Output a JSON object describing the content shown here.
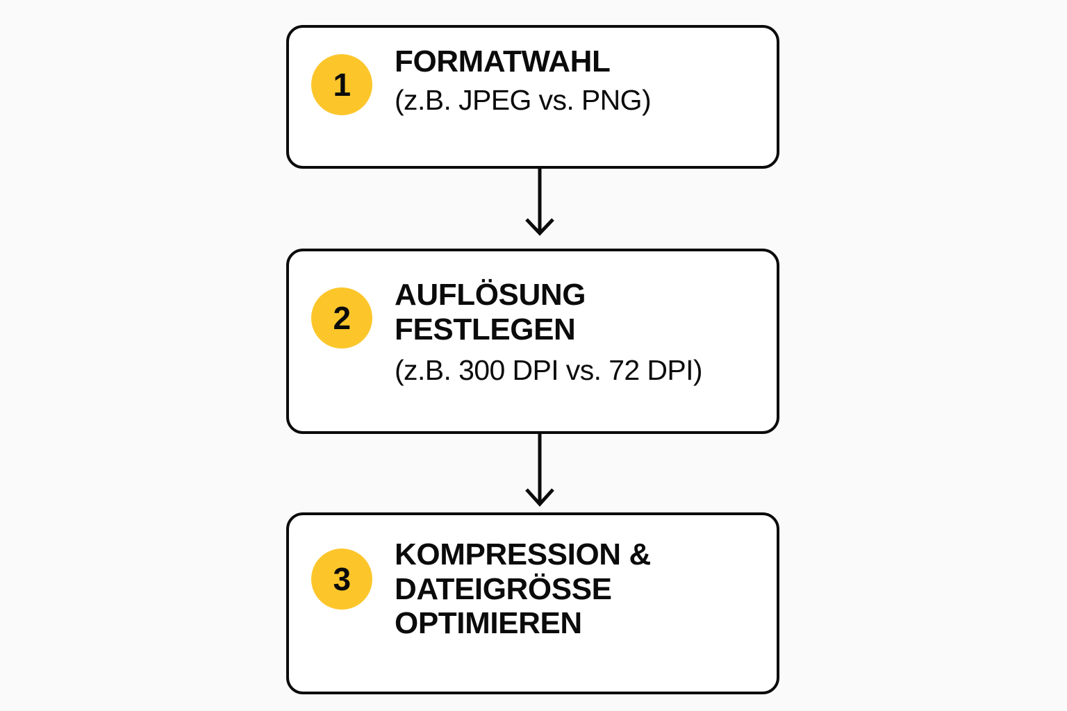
{
  "diagram": {
    "type": "vertical-flowchart",
    "background_color": "#fafafa",
    "accent_color": "#fcc62b",
    "outline_color": "#0b0b0b",
    "steps": [
      {
        "number": "1",
        "title": "FORMATWAHL",
        "subtitle": "(z.B. JPEG vs. PNG)"
      },
      {
        "number": "2",
        "title": "AUFLÖSUNG\nFESTLEGEN",
        "subtitle": "(z.B. 300 DPI vs. 72 DPI)"
      },
      {
        "number": "3",
        "title": "KOMPRESSION &\nDATEIGRÖSSE\nOPTIMIEREN",
        "subtitle": ""
      }
    ],
    "connectors": [
      {
        "from": "1",
        "to": "2",
        "direction": "down"
      },
      {
        "from": "2",
        "to": "3",
        "direction": "down"
      }
    ]
  }
}
